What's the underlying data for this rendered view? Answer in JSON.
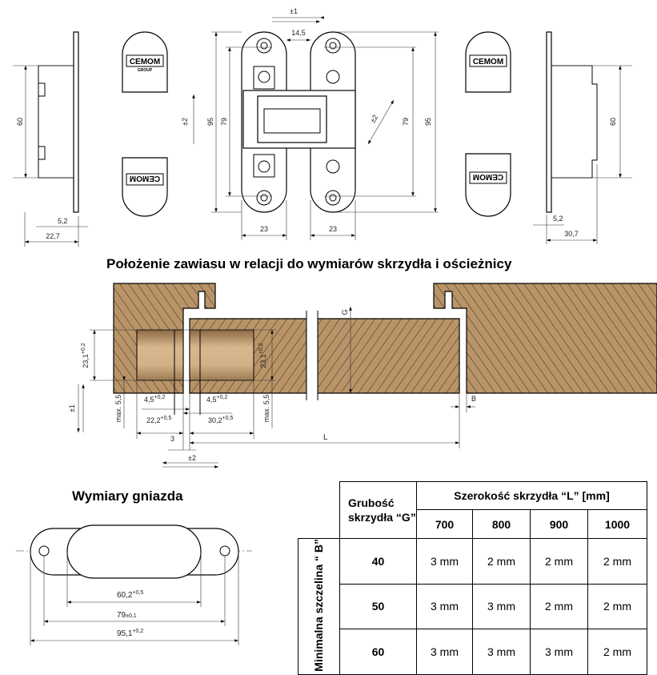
{
  "top_drawing": {
    "logo_text": "CEMOM",
    "logo_sub": "GROUP",
    "left_profile": {
      "height": "60",
      "offset": "5,2",
      "depth": "22,7"
    },
    "right_profile": {
      "height": "60",
      "offset": "5,2",
      "depth": "30,7"
    },
    "hinge": {
      "adj_lateral": "±1",
      "gap": "14,5",
      "height_total": "95",
      "hole_spacing": "79",
      "adj_vertical": "±2",
      "adj_depth": "±2",
      "leaf_width_left": "23",
      "leaf_width_right": "23"
    }
  },
  "section": {
    "title": "Położenie zawiasu w relacji do wymiarów skrzydła i ościeżnicy",
    "pocket_height_left": "23,1",
    "pocket_height_left_tol": "+0,2",
    "pocket_height_right": "23,1",
    "pocket_height_right_tol": "+0,2",
    "max_left": "max. 5,5",
    "max_right": "max. 5,5",
    "offset_left": "4,5",
    "offset_left_tol": "+0,2",
    "offset_right": "4,5",
    "offset_right_tol": "+0,2",
    "depth_frame": "22,2",
    "depth_frame_tol": "+0,5",
    "depth_leaf": "30,2",
    "depth_leaf_tol": "+0,5",
    "gap": "3",
    "width": "L",
    "thickness": "G",
    "clearance": "B",
    "adj_vertical": "±1",
    "adj_lateral": "±2"
  },
  "recess": {
    "title": "Wymiary gniazda",
    "inner_length": "60,2",
    "inner_length_tol": "+0,5",
    "hole_spacing": "79",
    "hole_spacing_tol": "±0,1",
    "outer_length": "95,1",
    "outer_length_tol": "+0,2"
  },
  "table": {
    "thickness_header": "Grubość skrzydła “G”",
    "width_header": "Szerokość skrzydła “L” [mm]",
    "row_axis_label": "Minimalna szczelina “ B”",
    "columns": [
      "700",
      "800",
      "900",
      "1000"
    ],
    "rows": [
      {
        "g": "40",
        "values": [
          "3 mm",
          "2 mm",
          "2 mm",
          "2 mm"
        ]
      },
      {
        "g": "50",
        "values": [
          "3 mm",
          "3 mm",
          "2 mm",
          "2 mm"
        ]
      },
      {
        "g": "60",
        "values": [
          "3 mm",
          "3 mm",
          "3 mm",
          "2 mm"
        ]
      }
    ]
  }
}
